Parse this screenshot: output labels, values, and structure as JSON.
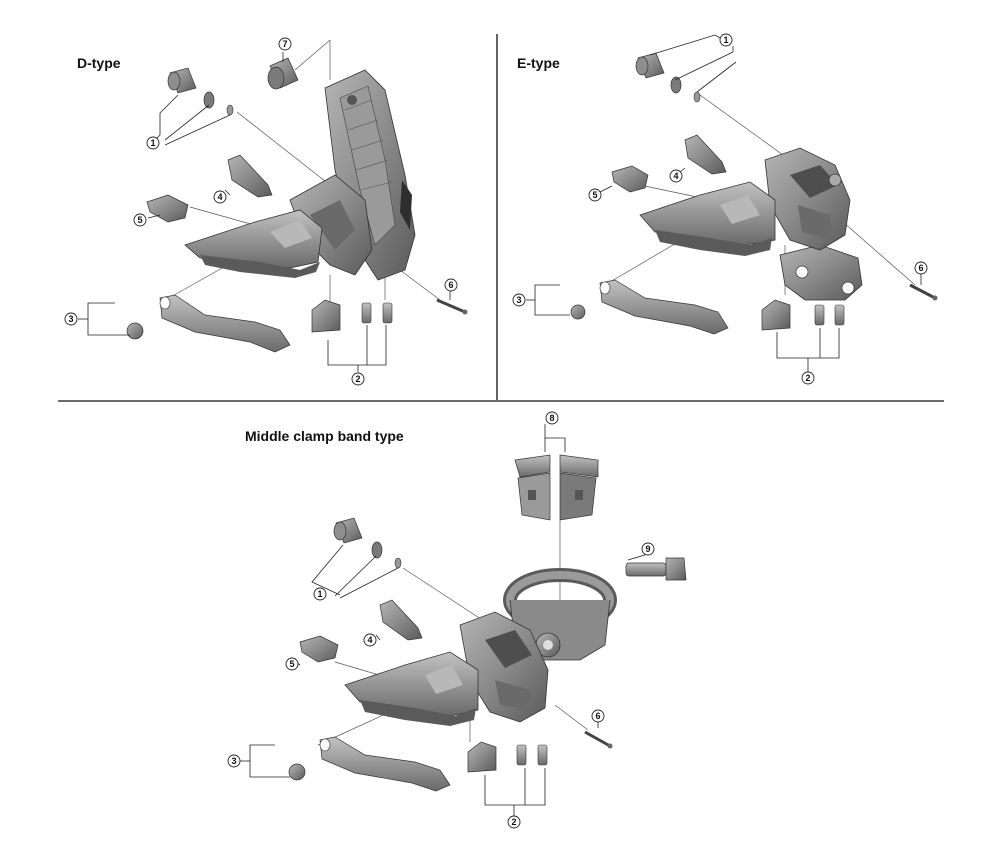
{
  "colors": {
    "part_fill": "#8a8a8a",
    "part_dark": "#5e5e5e",
    "part_light": "#b8b8b8",
    "line": "#222222",
    "leader": "#555555"
  },
  "panels": [
    {
      "id": "d-type",
      "title": "D-type",
      "callouts": [
        {
          "num": "1"
        },
        {
          "num": "2"
        },
        {
          "num": "3"
        },
        {
          "num": "4"
        },
        {
          "num": "5"
        },
        {
          "num": "6"
        },
        {
          "num": "7"
        }
      ]
    },
    {
      "id": "e-type",
      "title": "E-type",
      "callouts": [
        {
          "num": "1"
        },
        {
          "num": "2"
        },
        {
          "num": "3"
        },
        {
          "num": "4"
        },
        {
          "num": "5"
        },
        {
          "num": "6"
        }
      ]
    },
    {
      "id": "middle-clamp",
      "title": "Middle clamp band type",
      "callouts": [
        {
          "num": "1"
        },
        {
          "num": "2"
        },
        {
          "num": "3"
        },
        {
          "num": "4"
        },
        {
          "num": "5"
        },
        {
          "num": "6"
        },
        {
          "num": "8"
        },
        {
          "num": "9"
        }
      ]
    }
  ]
}
